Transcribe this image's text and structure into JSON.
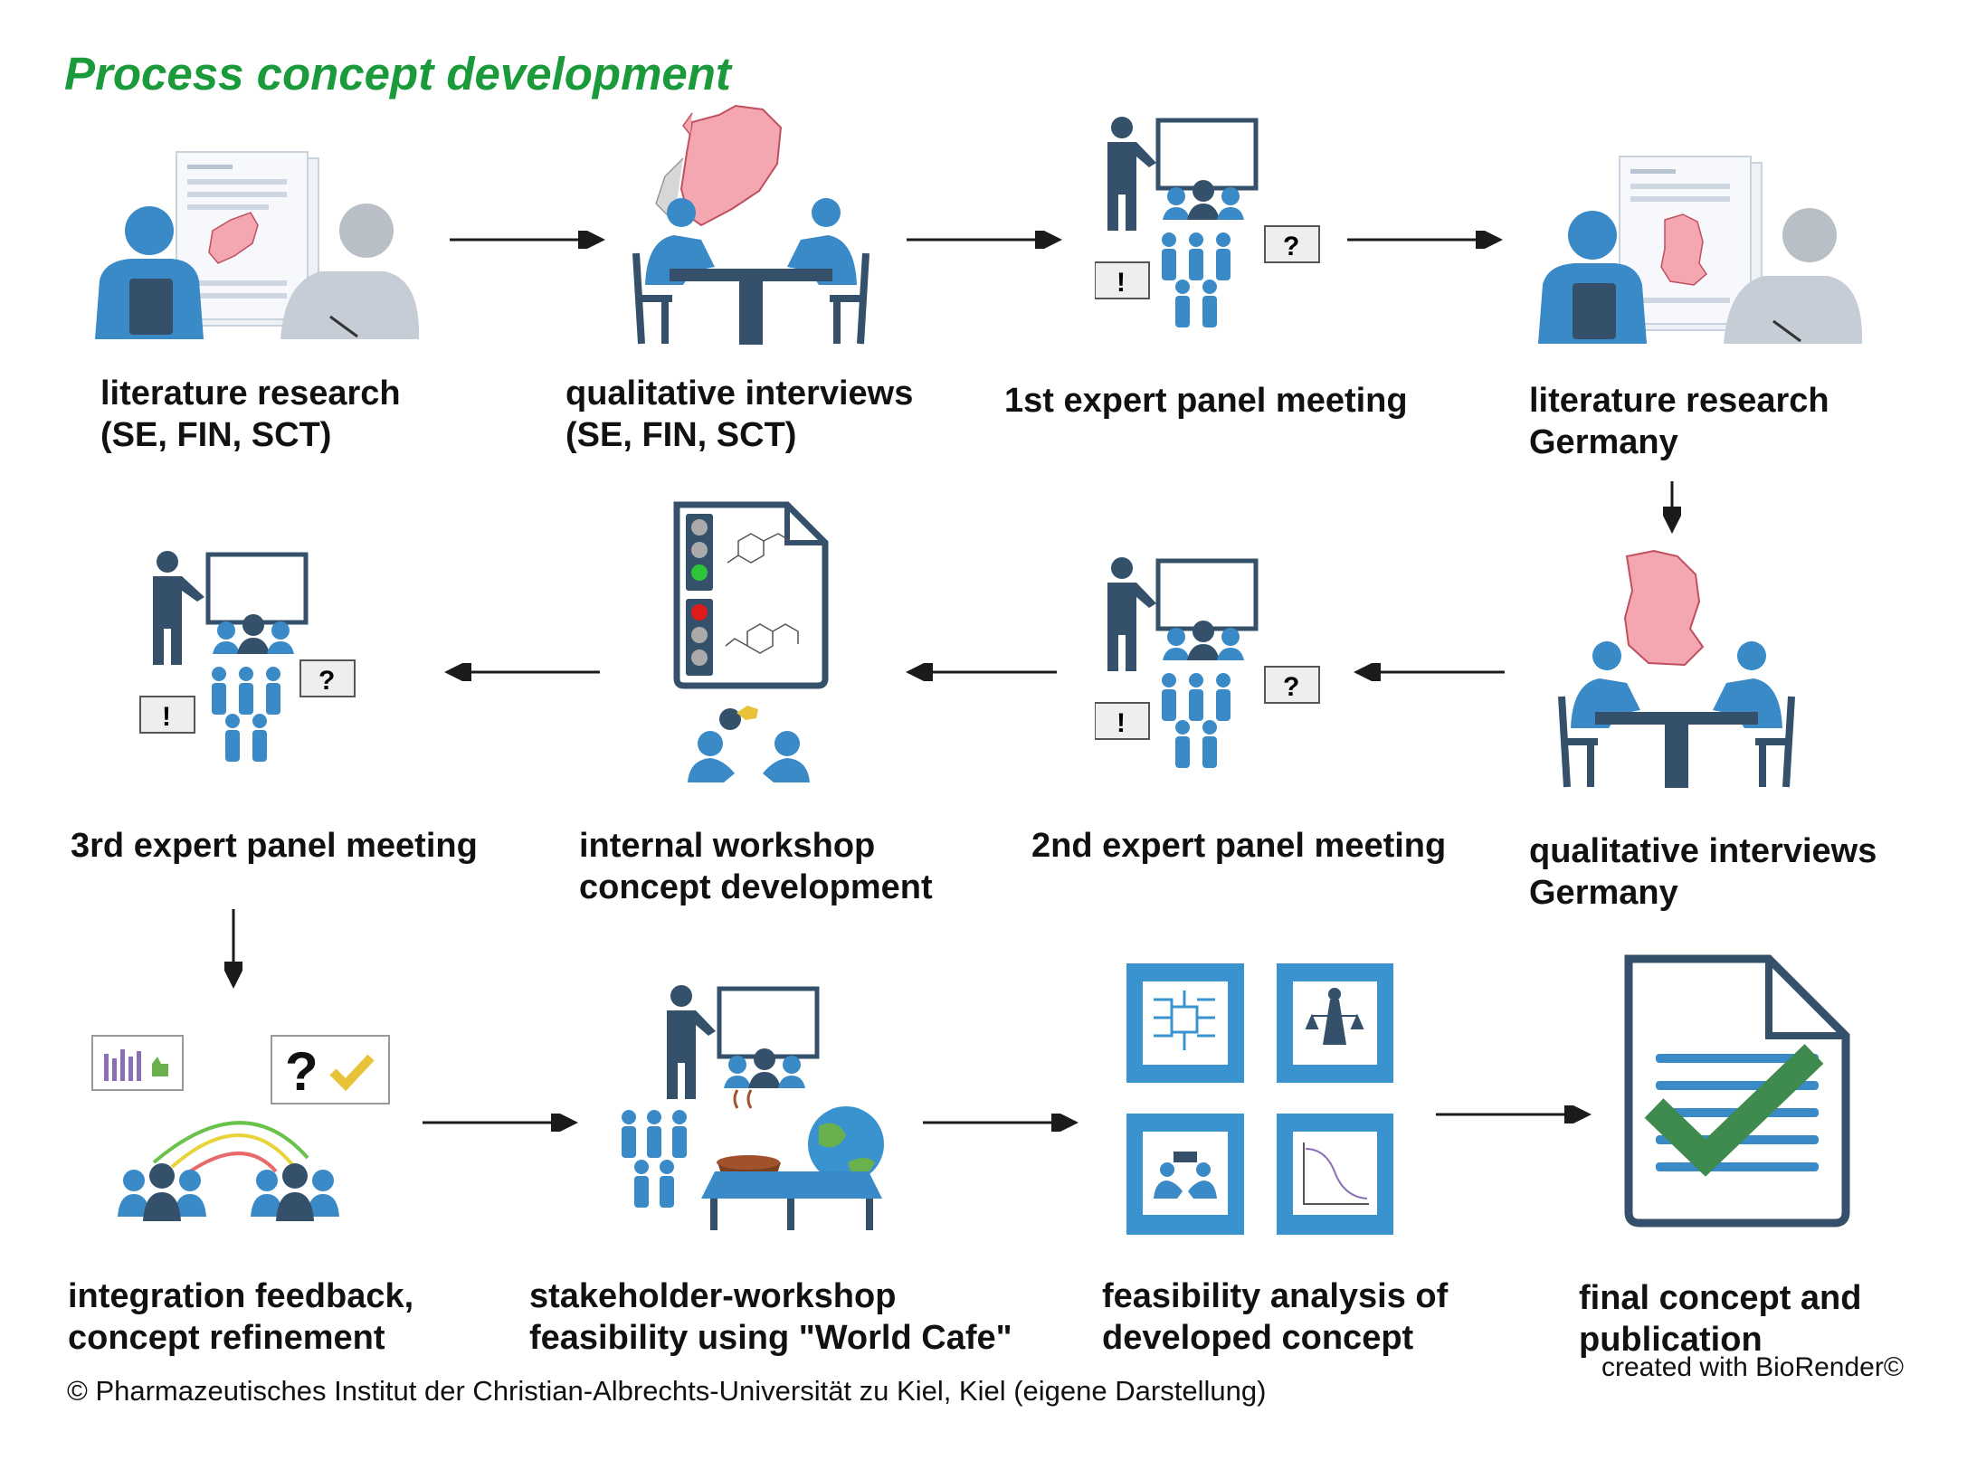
{
  "title": "Process concept development",
  "steps": [
    {
      "line1": "literature research",
      "line2": "(SE, FIN, SCT)",
      "icon": "literature-research-icon"
    },
    {
      "line1": "qualitative interviews",
      "line2": "(SE, FIN, SCT)",
      "icon": "interview-table-icon"
    },
    {
      "line1": "1st expert panel meeting",
      "line2": "",
      "icon": "expert-panel-icon"
    },
    {
      "line1": "literature research",
      "line2": "Germany",
      "icon": "literature-research-icon"
    },
    {
      "line1": "qualitative interviews",
      "line2": "Germany",
      "icon": "interview-table-icon"
    },
    {
      "line1": "2nd expert panel meeting",
      "line2": "",
      "icon": "expert-panel-icon"
    },
    {
      "line1": "internal workshop",
      "line2": "concept development",
      "icon": "workshop-document-icon"
    },
    {
      "line1": "3rd expert panel meeting",
      "line2": "",
      "icon": "expert-panel-icon"
    },
    {
      "line1": "integration feedback,",
      "line2": "concept refinement",
      "icon": "feedback-groups-icon"
    },
    {
      "line1": "stakeholder-workshop",
      "line2": "feasibility using \"World Cafe\"",
      "icon": "world-cafe-icon"
    },
    {
      "line1": "feasibility analysis of",
      "line2": "developed concept",
      "icon": "feasibility-tiles-icon"
    },
    {
      "line1": "final concept and",
      "line2": "publication",
      "icon": "final-document-check-icon"
    }
  ],
  "footer": "© Pharmazeutisches Institut der Christian-Albrechts-Universität zu Kiel, Kiel (eigene Darstellung)",
  "credit": "created with BioRender©",
  "colors": {
    "title": "#1a9a3a",
    "person": "#3a8ac8",
    "dark": "#34506a",
    "map": "#f4a7b1",
    "check": "#3f8a4e",
    "tile": "#3a93cf"
  }
}
